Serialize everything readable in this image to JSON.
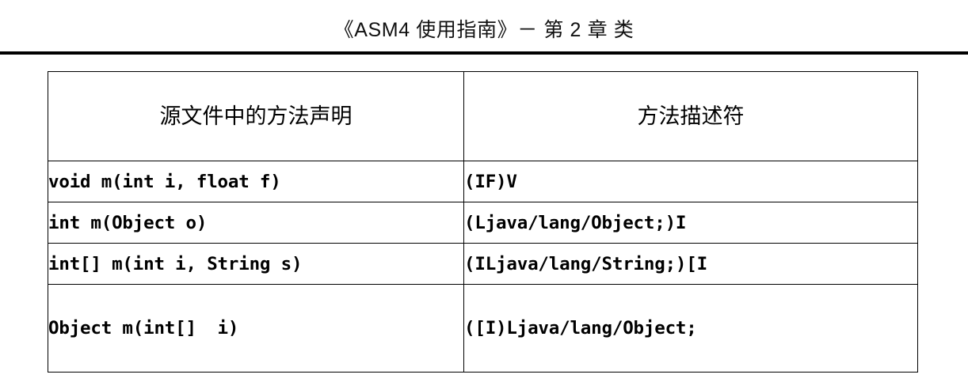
{
  "header": {
    "title": "《ASM4 使用指南》－ 第 2 章 类",
    "rule_color": "#000000"
  },
  "table": {
    "columns": [
      {
        "key": "declaration",
        "label": "源文件中的方法声明"
      },
      {
        "key": "descriptor",
        "label": "方法描述符"
      }
    ],
    "rows": [
      {
        "declaration": "void m(int i, float f)",
        "descriptor": "(IF)V"
      },
      {
        "declaration": "int m(Object o)",
        "descriptor": "(Ljava/lang/Object;)I"
      },
      {
        "declaration": "int[] m(int i, String s)",
        "descriptor": "(ILjava/lang/String;)[I"
      },
      {
        "declaration": "Object m(int[]  i)",
        "descriptor": "([I)Ljava/lang/Object;"
      }
    ]
  }
}
